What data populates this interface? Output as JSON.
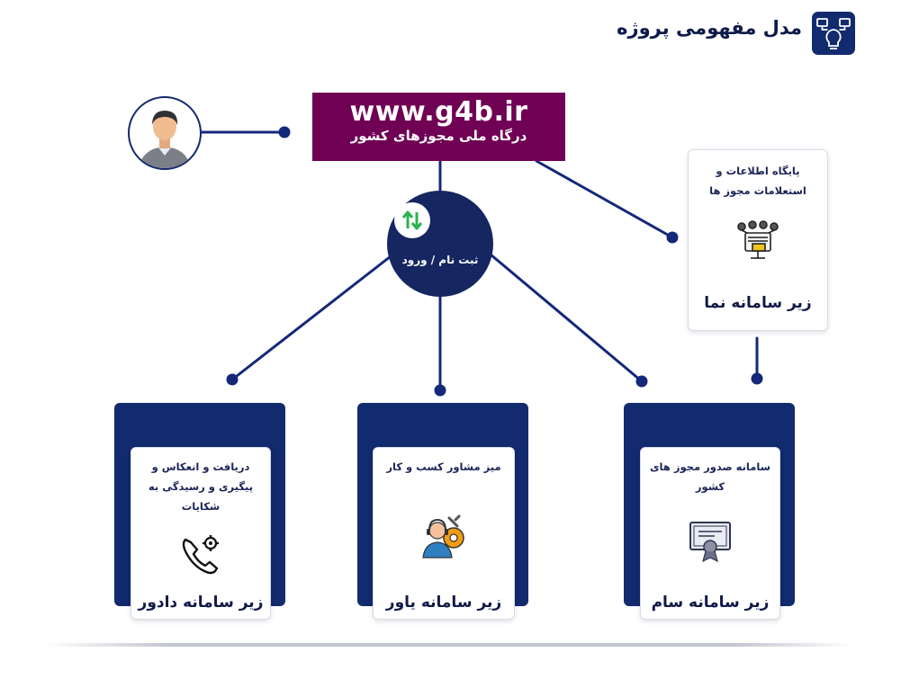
{
  "header": {
    "title": "مدل مفهومی پروژه",
    "icon": "lightbulb-network-icon"
  },
  "portal": {
    "url": "www.g4b.ir",
    "name": "درگاه ملی مجوزهای کشور"
  },
  "login": {
    "label": "ثبت نام / ورود",
    "icon": "up-down-arrows-icon"
  },
  "subsystems": {
    "nama": {
      "description": "پایگاه اطلاعات و استعلامات مجوز ها",
      "title": "زیر سامانه نما",
      "icon": "database-network-icon"
    },
    "sam": {
      "description": "سامانه صدور مجوز های کشور",
      "title": "زیر سامانه سام",
      "icon": "certificate-icon"
    },
    "yavar": {
      "description": "میز مشاور کسب و کار",
      "title": "زیر سامانه یاور",
      "icon": "support-agent-gear-icon"
    },
    "dadvar": {
      "description": "دریافت و انعکاس و پیگیری و رسیدگی به شکایات",
      "title": "زیر سامانه دادور",
      "icon": "phone-gear-icon"
    }
  },
  "colors": {
    "navy": "#122a6e",
    "portal": "#700054",
    "line": "#14287a",
    "green": "#2bb24c"
  }
}
